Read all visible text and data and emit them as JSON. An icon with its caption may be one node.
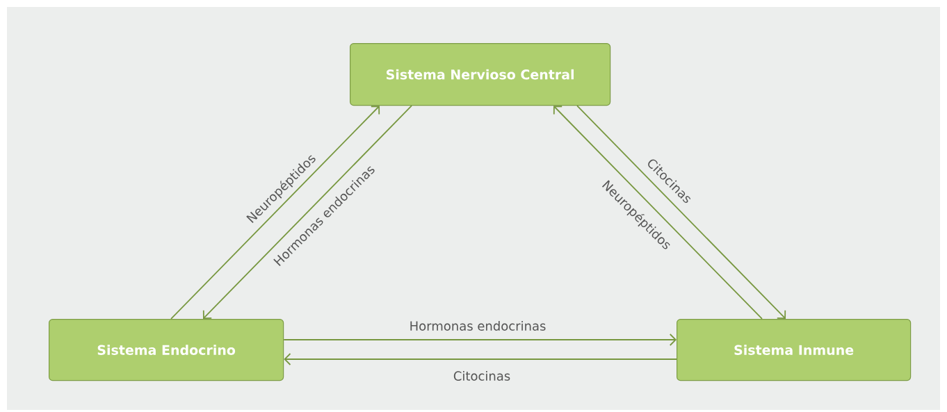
{
  "diagram": {
    "nodes": [
      {
        "text": [
          "Sistema Nervioso Central"
        ]
      },
      {
        "text": [
          "Sistema Endocrino"
        ]
      },
      {
        "text": [
          "Sistema Inmune"
        ]
      }
    ],
    "edges": [
      {
        "from": 1,
        "to": 0,
        "arrow": "to",
        "label": "Neuropéptidos"
      },
      {
        "from": 0,
        "to": 1,
        "arrow": "to",
        "label": "Hormonas endocrinas"
      },
      {
        "from": 0,
        "to": 2,
        "arrow": "to",
        "label": "Citocinas"
      },
      {
        "from": 2,
        "to": 0,
        "arrow": "to",
        "label": "Neuropéptidos"
      },
      {
        "from": 1,
        "to": 2,
        "arrow": "to",
        "label": "Hormonas endocrinas"
      },
      {
        "from": 2,
        "to": 1,
        "arrow": "to",
        "label": "Citocinas"
      }
    ]
  }
}
